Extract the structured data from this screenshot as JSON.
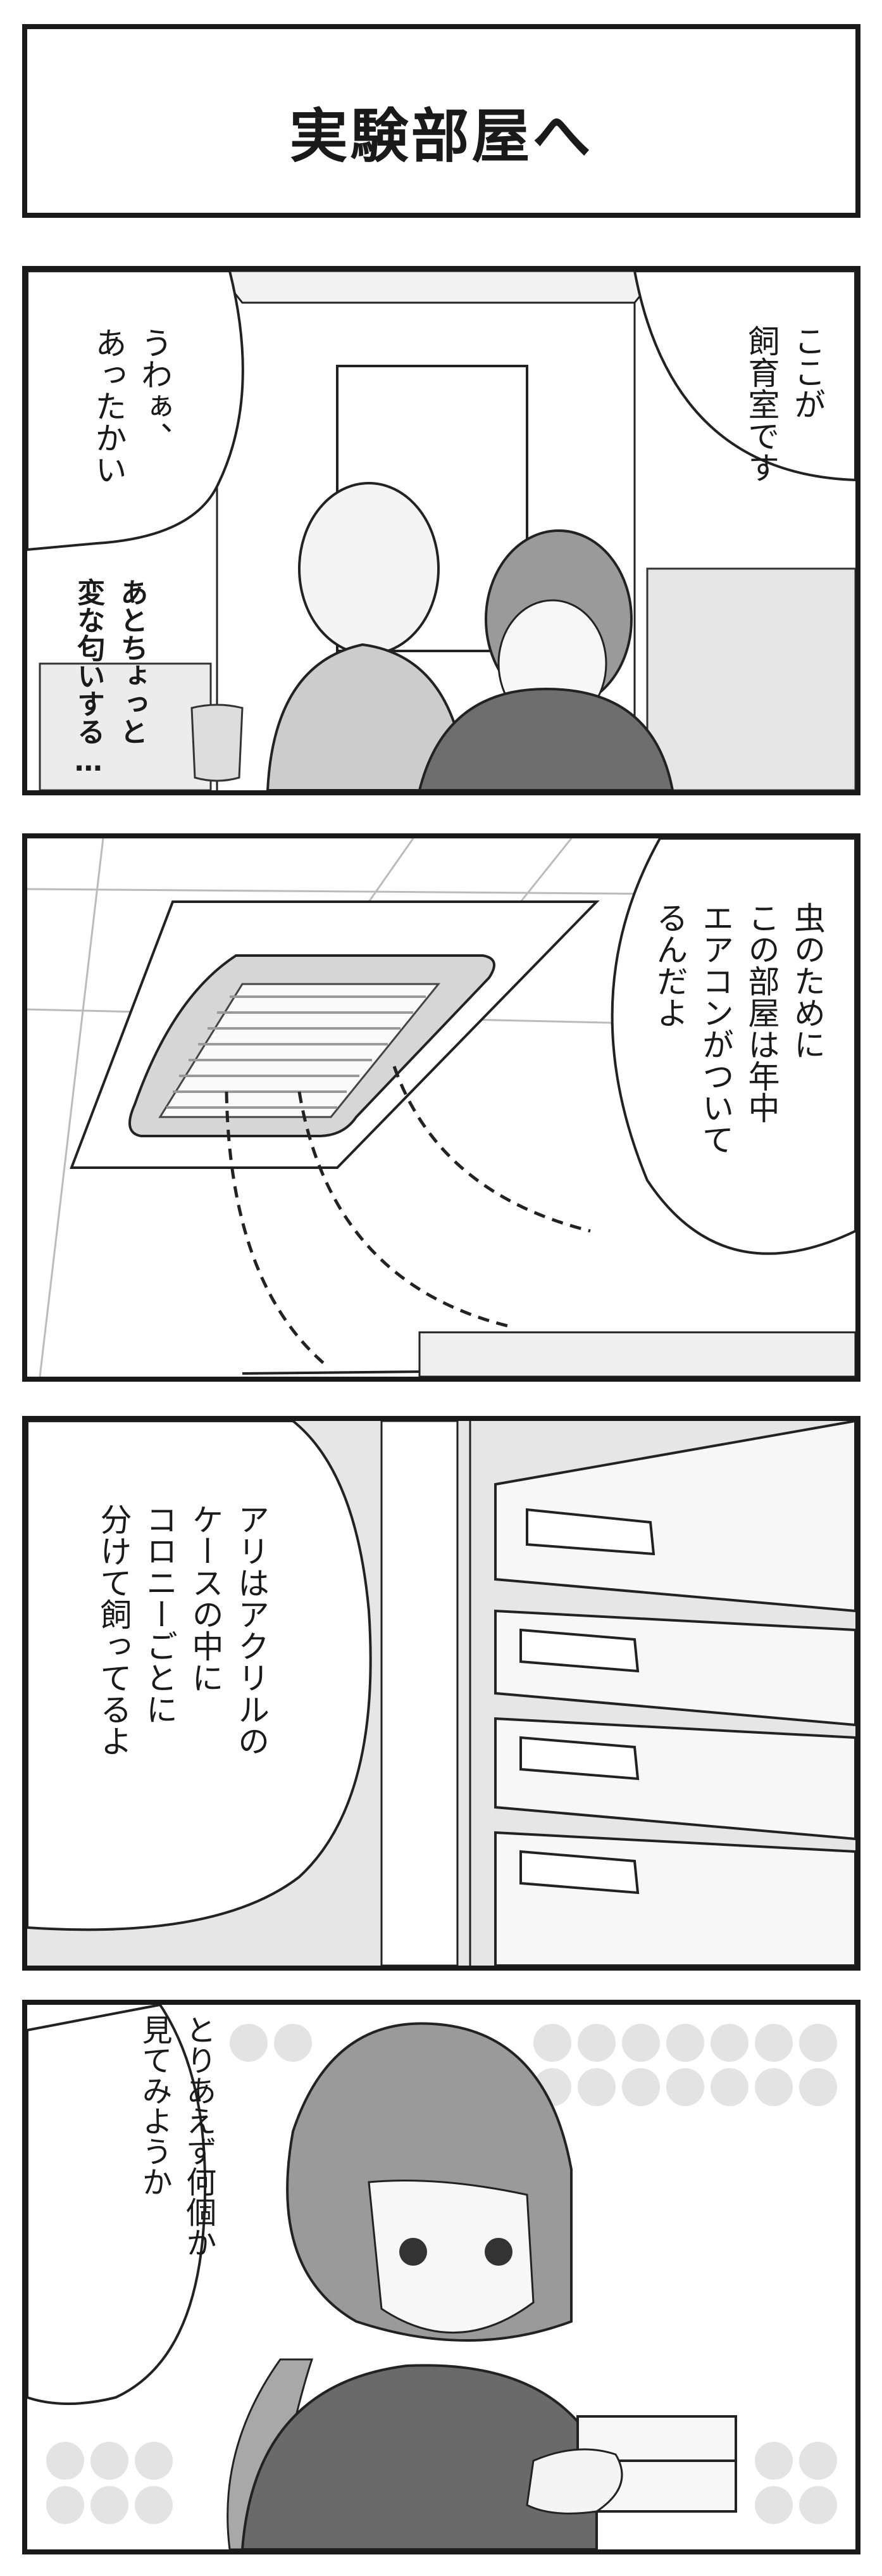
{
  "title": "実験部屋へ",
  "panels": [
    {
      "bubbles": [
        {
          "text": "ここが\n飼育室です"
        },
        {
          "text": "うわぁ、\nあったかい"
        },
        {
          "text": "あとちょっと\n変な匂いする…"
        }
      ]
    },
    {
      "bubbles": [
        {
          "text": "虫のために\nこの部屋は年中\nエアコンがついて\nるんだよ"
        }
      ]
    },
    {
      "bubbles": [
        {
          "text": "アリはアクリルの\nケースの中に\nコロニーごとに\n分けて飼ってるよ"
        }
      ]
    },
    {
      "bubbles": [
        {
          "text": "とりあえず何個か\n見てみようか"
        }
      ]
    }
  ]
}
